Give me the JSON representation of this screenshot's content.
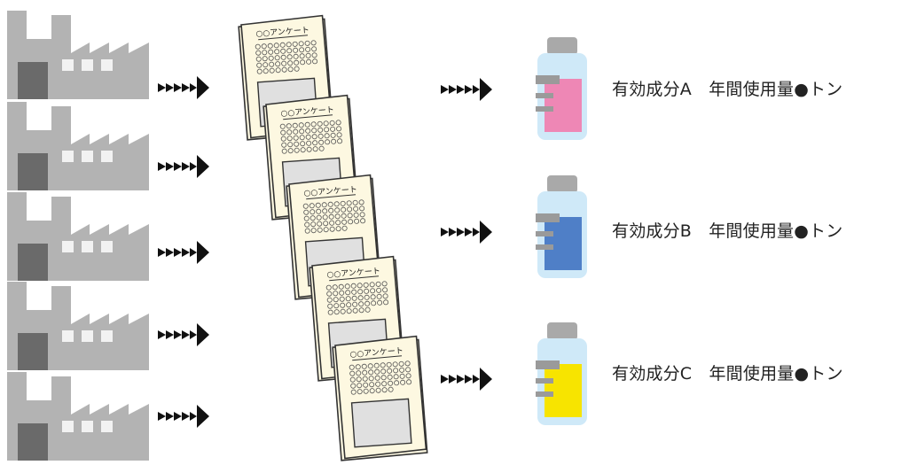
{
  "survey": {
    "title": "○○アンケート"
  },
  "ingredients": [
    {
      "label": "有効成分A　年間使用量●トン",
      "liquid_color": "#ee87b5"
    },
    {
      "label": "有効成分B　年間使用量●トン",
      "liquid_color": "#4f7fc7"
    },
    {
      "label": "有効成分C　年間使用量●トン",
      "liquid_color": "#f7e400"
    }
  ],
  "colors": {
    "factory": "#b3b3b3",
    "factory_door": "#6a6a6a",
    "factory_window": "#f2f2f2",
    "paper": "#fdf8e1",
    "paper_outline": "#333333",
    "paper_image": "#e0e0e0",
    "bottle_glass": "#cfe9f8",
    "bottle_cap": "#a9a9a9",
    "bottle_label": "#9a9a9a",
    "arrow": "#111111"
  },
  "icons": {
    "factory": "factory-icon",
    "survey": "survey-sheet-icon",
    "bottle": "chemical-bottle-icon",
    "arrow": "dotted-arrow-icon"
  }
}
